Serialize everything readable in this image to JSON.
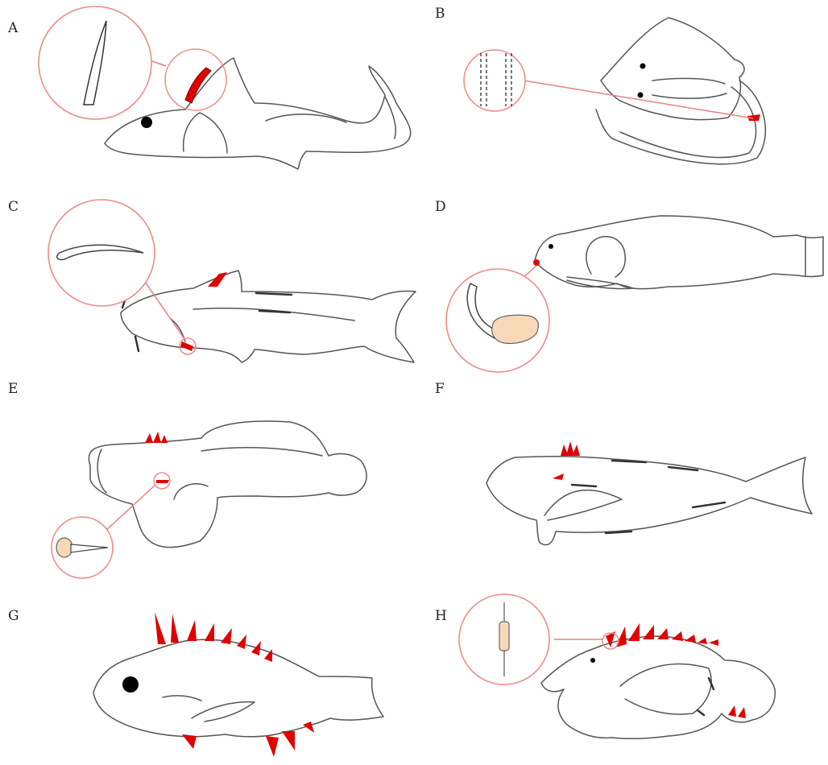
{
  "figure": {
    "panels": [
      {
        "id": "A",
        "label": "A"
      },
      {
        "id": "B",
        "label": "B"
      },
      {
        "id": "C",
        "label": "C"
      },
      {
        "id": "D",
        "label": "D"
      },
      {
        "id": "E",
        "label": "E"
      },
      {
        "id": "F",
        "label": "F"
      },
      {
        "id": "G",
        "label": "G"
      },
      {
        "id": "H",
        "label": "H"
      }
    ],
    "colors": {
      "venom_highlight": "#e00000",
      "magnifier_ring": "#f08a8a",
      "gland_tissue": "#f7d9b8",
      "outline": "#555555",
      "background": "#ffffff"
    },
    "icons": [
      "magnifier-inset",
      "fish-outline"
    ]
  }
}
